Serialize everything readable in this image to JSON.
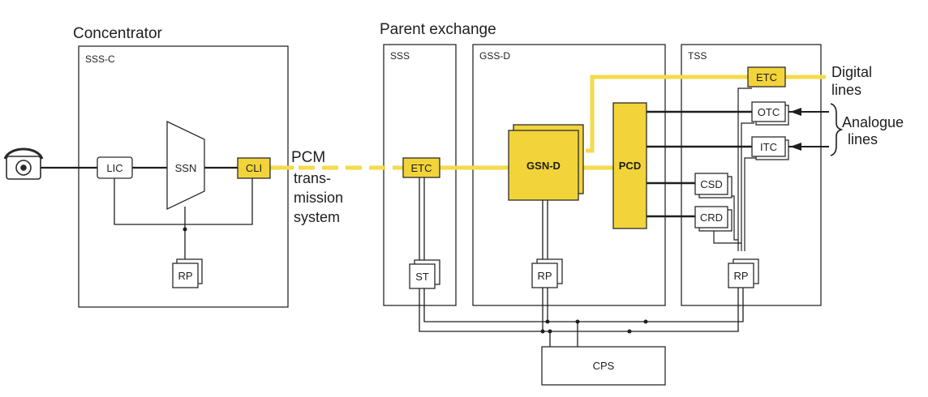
{
  "diagram": {
    "concentrator_title": "Concentrator",
    "parent_exchange_title": "Parent exchange",
    "unit_labels": {
      "sss_c": "SSS-C",
      "sss": "SSS",
      "gss_d": "GSS-D",
      "tss": "TSS"
    },
    "blocks": {
      "lic": "LIC",
      "ssn": "SSN",
      "cli": "CLI",
      "rp_concentrator": "RP",
      "etc_sss": "ETC",
      "st": "ST",
      "gsn_d": "GSN-D",
      "rp_gss": "RP",
      "pcd": "PCD",
      "etc_tss": "ETC",
      "otc": "OTC",
      "itc": "ITC",
      "csd": "CSD",
      "crd": "CRD",
      "rp_tss": "RP",
      "cps": "CPS"
    },
    "annotations": {
      "pcm_lines": [
        "PCM",
        "trans-",
        "mission",
        "system"
      ],
      "digital_lines": [
        "Digital",
        "lines"
      ],
      "analogue_lines": [
        "Analogue",
        "lines"
      ]
    },
    "colors": {
      "highlight": "#f2d43a",
      "highlight_line": "#f5da4a",
      "stroke": "#2a2a2a",
      "background": "#ffffff"
    },
    "icons": {
      "telephone": "telephone-icon"
    }
  }
}
